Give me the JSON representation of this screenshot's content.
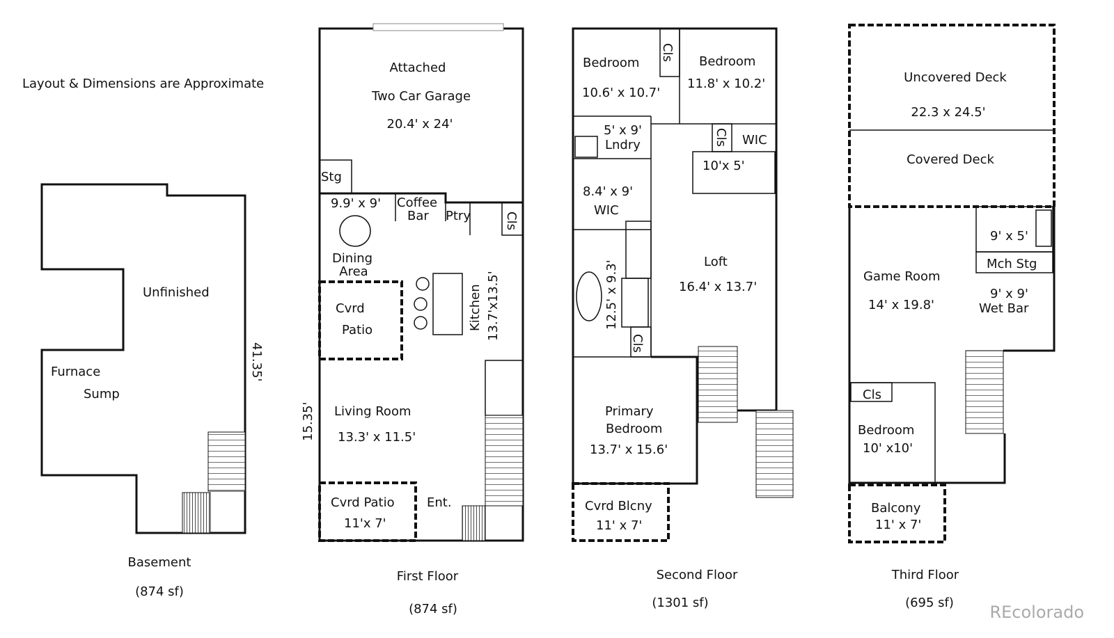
{
  "note": "Layout & Dimensions are Approximate",
  "watermark": "REcolorado",
  "basement": {
    "title": "Basement",
    "area": "(874 sf)",
    "unfinished": "Unfinished",
    "furnace": "Furnace",
    "sump": "Sump",
    "dim": "41.35'"
  },
  "first": {
    "title": "First Floor",
    "area": "(874 sf)",
    "garage1": "Attached",
    "garage2": "Two Car Garage",
    "garage_dim": "20.4' x 24'",
    "stg": "Stg",
    "dining_dim": "9.9' x 9'",
    "coffee1": "Coffee",
    "coffee2": "Bar",
    "ptry": "Ptry",
    "cls": "Cls",
    "dining1": "Dining",
    "dining2": "Area",
    "patio1": "Cvrd",
    "patio2": "Patio",
    "kitchen": "Kitchen",
    "kitchen_dim": "13.7'x13.5'",
    "living": "Living Room",
    "living_dim": "13.3' x 11.5'",
    "side_dim": "15.35'",
    "cvrd_patio": "Cvrd Patio",
    "cvrd_patio_dim": "11'x 7'",
    "ent": "Ent."
  },
  "second": {
    "title": "Second Floor",
    "area": "(1301 sf)",
    "bed1": "Bedroom",
    "bed1_dim": "10.6' x 10.7'",
    "cls1": "Cls",
    "bed2": "Bedroom",
    "bed2_dim": "11.8' x 10.2'",
    "lndry_dim": "5' x 9'",
    "lndry": "Lndry",
    "cls2": "Cls",
    "wic1": "WIC",
    "bath1_dim": "10'x 5'",
    "wic2_dim": "8.4' x 9'",
    "wic2": "WIC",
    "bath2_dim": "12.5' x 9.3'",
    "cls3": "Cls",
    "loft": "Loft",
    "loft_dim": "16.4' x 13.7'",
    "primary1": "Primary",
    "primary2": "Bedroom",
    "primary_dim": "13.7' x 15.6'",
    "blcny": "Cvrd Blcny",
    "blcny_dim": "11' x 7'"
  },
  "third": {
    "title": "Third Floor",
    "area": "(695 sf)",
    "udeck": "Uncovered Deck",
    "udeck_dim": "22.3 x 24.5'",
    "cdeck": "Covered Deck",
    "bath_dim": "9' x 5'",
    "mch": "Mch Stg",
    "game": "Game Room",
    "game_dim": "14' x 19.8'",
    "wet_dim": "9' x 9'",
    "wet": "Wet Bar",
    "cls": "Cls",
    "bed": "Bedroom",
    "bed_dim": "10' x10'",
    "balcony": "Balcony",
    "balcony_dim": "11' x 7'"
  }
}
